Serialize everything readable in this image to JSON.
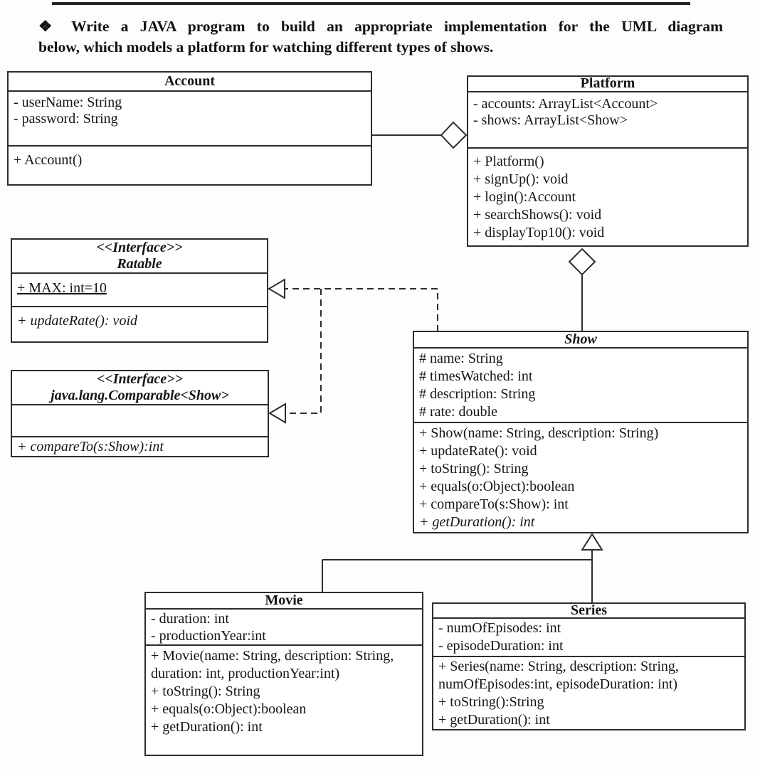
{
  "prompt": {
    "line1": "❖ Write a JAVA program to build an appropriate implementation for the UML diagram",
    "line2": "below, which models a platform for watching different types of shows."
  },
  "classes": {
    "account": {
      "title": "Account",
      "attributes": [
        "- userName: String",
        "- password: String"
      ],
      "methods": [
        "+ Account()"
      ]
    },
    "platform": {
      "title": "Platform",
      "attributes": [
        "- accounts: ArrayList<Account>",
        "- shows: ArrayList<Show>"
      ],
      "methods": [
        "+ Platform()",
        "+ signUp(): void",
        "+ login():Account",
        "+ searchShows(): void",
        "+ displayTop10(): void"
      ]
    },
    "ratable": {
      "stereotype": "<<Interface>>",
      "title": "Ratable",
      "attributes": [
        "+ MAX: int=10"
      ],
      "methods": [
        "+ updateRate(): void"
      ]
    },
    "comparable": {
      "stereotype": "<<Interface>>",
      "title": "java.lang.Comparable<Show>",
      "attributes": [],
      "methods": [
        "+ compareTo(s:Show):int"
      ]
    },
    "show": {
      "title": "Show",
      "attributes": [
        "# name: String",
        "# timesWatched: int",
        "# description: String",
        "# rate: double"
      ],
      "methods": [
        "+ Show(name: String, description: String)",
        "+ updateRate(): void",
        "+ toString(): String",
        "+ equals(o:Object):boolean",
        "+ compareTo(s:Show): int",
        "+ getDuration(): int"
      ]
    },
    "movie": {
      "title": "Movie",
      "attributes": [
        "- duration: int",
        "- productionYear:int"
      ],
      "methods": [
        "+ Movie(name: String, description: String, duration: int, productionYear:int)",
        "+ toString(): String",
        "+ equals(o:Object):boolean",
        "+ getDuration(): int"
      ]
    },
    "series": {
      "title": "Series",
      "attributes": [
        "- numOfEpisodes: int",
        "- episodeDuration: int"
      ],
      "methods": [
        "+ Series(name: String, description: String, numOfEpisodes:int, episodeDuration: int)",
        "+ toString():String",
        "+ getDuration(): int"
      ]
    }
  },
  "relationships": [
    {
      "type": "aggregation",
      "whole": "Platform",
      "part": "Account"
    },
    {
      "type": "aggregation",
      "whole": "Platform",
      "part": "Show"
    },
    {
      "type": "realization",
      "from": "Show",
      "to": "Ratable"
    },
    {
      "type": "realization",
      "from": "Show",
      "to": "java.lang.Comparable<Show>"
    },
    {
      "type": "inheritance",
      "child": "Movie",
      "parent": "Show"
    },
    {
      "type": "inheritance",
      "child": "Series",
      "parent": "Show"
    }
  ]
}
